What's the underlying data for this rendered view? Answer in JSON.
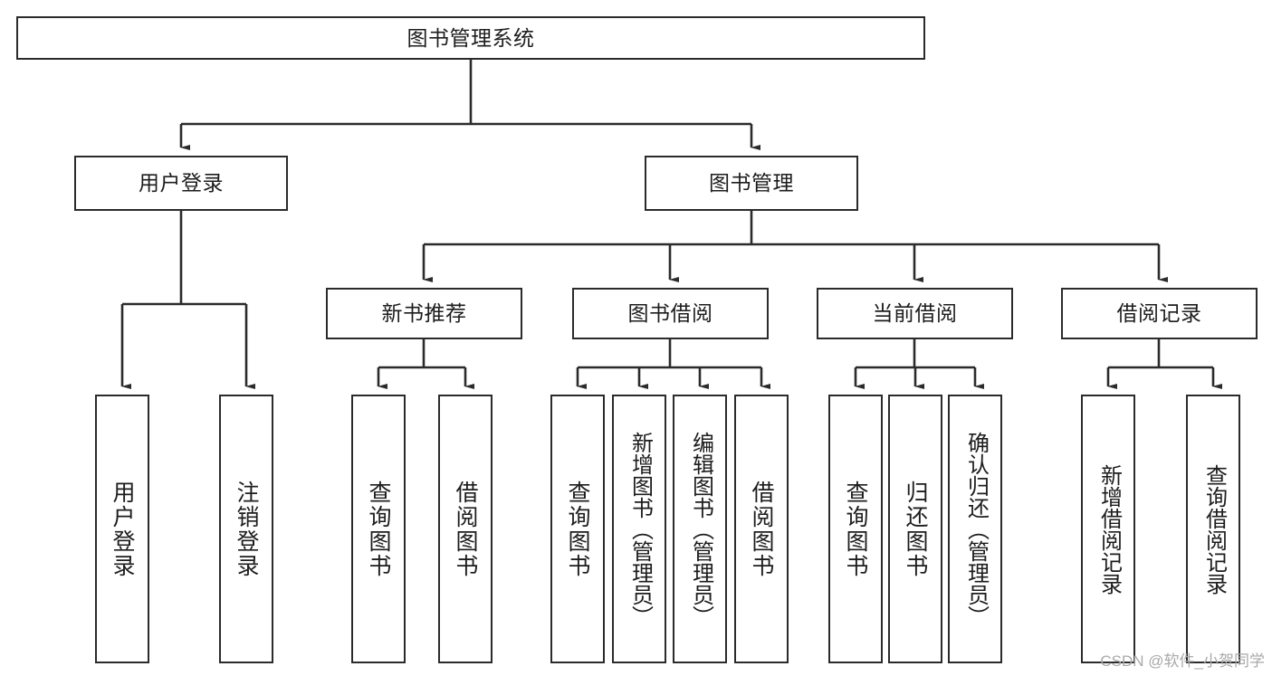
{
  "diagram": {
    "title": "图书管理系统",
    "watermark": "CSDN @软件_小贺同学",
    "colors": {
      "box_border": "#2b2b2b",
      "box_fill": "#ffffff",
      "connector": "#2b2b2b",
      "text": "#1d1d1d",
      "watermark": "#a9a9a9"
    },
    "nodes": {
      "root": {
        "label": "图书管理系统"
      },
      "level2": [
        {
          "label": "用户登录"
        },
        {
          "label": "图书管理"
        }
      ],
      "level3": [
        {
          "label": "新书推荐"
        },
        {
          "label": "图书借阅"
        },
        {
          "label": "当前借阅"
        },
        {
          "label": "借阅记录"
        }
      ],
      "leaves": {
        "user_login": [
          {
            "label": "用户登录"
          },
          {
            "label": "注销登录"
          }
        ],
        "new_book": [
          {
            "label": "查询图书"
          },
          {
            "label": "借阅图书"
          }
        ],
        "book_borrow": [
          {
            "label": "查询图书"
          },
          {
            "label": "新增图书（管理员）"
          },
          {
            "label": "编辑图书（管理员）"
          },
          {
            "label": "借阅图书"
          }
        ],
        "current_borrow": [
          {
            "label": "查询图书"
          },
          {
            "label": "归还图书"
          },
          {
            "label": "确认归还（管理员）"
          }
        ],
        "borrow_record": [
          {
            "label": "新增借阅记录"
          },
          {
            "label": "查询借阅记录"
          }
        ]
      }
    }
  }
}
